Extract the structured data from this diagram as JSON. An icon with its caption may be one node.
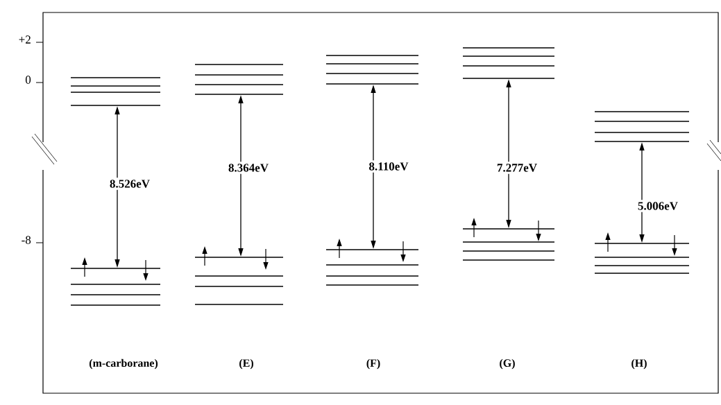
{
  "diagram": {
    "nodes": [
      {
        "text": [],
        "shape": "bar"
      },
      {
        "text": [],
        "shape": "bar"
      },
      {
        "text": [],
        "shape": "bar"
      },
      {
        "text": [],
        "shape": "bar"
      },
      {
        "text": [],
        "shape": "bar"
      },
      {
        "text": [],
        "shape": "bar"
      },
      {
        "text": [],
        "shape": "bar"
      },
      {
        "text": [],
        "shape": "bar"
      },
      {
        "text": [],
        "shape": "bar"
      },
      {
        "text": [],
        "shape": "bar"
      }
    ],
    "edges": [
      {
        "from": 1,
        "to": 0,
        "arrow": "both",
        "label": "8.526eV"
      },
      {
        "from": 3,
        "to": 2,
        "arrow": "both",
        "label": "8.364eV"
      },
      {
        "from": 5,
        "to": 4,
        "arrow": "both",
        "label": "8.110eV"
      },
      {
        "from": 7,
        "to": 6,
        "arrow": "both",
        "label": "7.277eV"
      },
      {
        "from": 9,
        "to": 8,
        "arrow": "both",
        "label": "5.006eV"
      }
    ],
    "labels": [
      "+2",
      "0",
      "-8",
      "(m-carborane)",
      "(E)",
      "(F)",
      "(G)",
      "(H)"
    ]
  }
}
